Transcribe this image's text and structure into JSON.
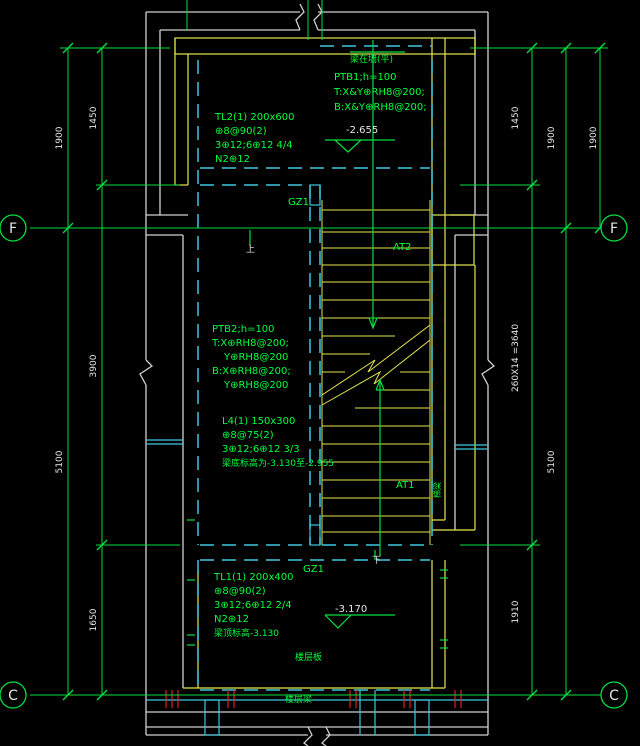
{
  "grid": {
    "axis_f": "F",
    "axis_c": "C"
  },
  "dims": {
    "left_outer_top": "1900",
    "left_outer_bottom": "5100",
    "left_inner_1": "1450",
    "left_inner_2": "3900",
    "left_inner_3": "1650",
    "right_inner_1": "1450",
    "right_inner_stair": "260X14 =3640",
    "right_inner_3": "1910",
    "right_mid_top": "1900",
    "right_mid_bottom": "5100",
    "right_outer_top": "1900"
  },
  "labels": {
    "ptb1_title": "梁在墙(平)",
    "ptb1_h": "PTB1;h=100",
    "ptb1_t": "T:X&Y⊕RH8@200;",
    "ptb1_b": "B:X&Y⊕RH8@200;",
    "elev_top": "-2.655",
    "tl2_1": "TL2(1) 200x600",
    "tl2_2": "⊕8@90(2)",
    "tl2_3": "3⊕12;6⊕12 4/4",
    "tl2_4": "N2⊕12",
    "gz1_top": "GZ1",
    "at2": "AT2",
    "ptb2_h": "PTB2;h=100",
    "ptb2_t1": "T:X⊕RH8@200;",
    "ptb2_t2": "Y⊕RH8@200",
    "ptb2_b1": "B:X⊕RH8@200;",
    "ptb2_b2": "Y⊕RH8@200",
    "l4_1": "L4(1) 150x300",
    "l4_2": "⊕8@75(2)",
    "l4_3": "3⊕12;6⊕12 3/3",
    "l4_4": "梁底标高为-3.130至-2.955",
    "at1": "AT1",
    "at1_side": "梯梁",
    "gz1_bottom": "GZ1",
    "tl1_1": "TL1(1) 200x400",
    "tl1_2": "⊕8@90(2)",
    "tl1_3": "3⊕12;6⊕12 2/4",
    "tl1_4": "N2⊕12",
    "tl1_5": "梁顶标高-3.130",
    "elev_bottom": "-3.170",
    "slab_note": "楼层板",
    "beam_note": "楼层梁",
    "mark_up": "上",
    "mark_down": "下"
  }
}
